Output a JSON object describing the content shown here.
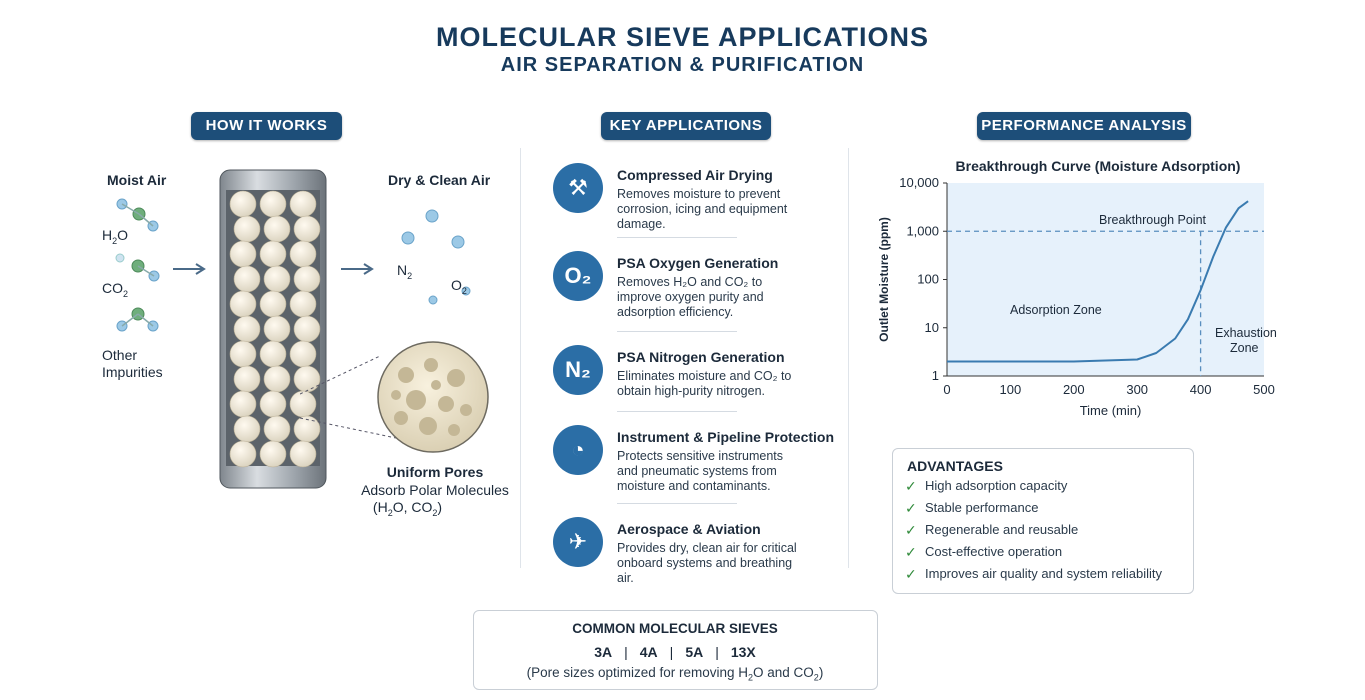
{
  "header": {
    "title": "MOLECULAR SIEVE APPLICATIONS",
    "subtitle": "AIR SEPARATION & PURIFICATION"
  },
  "how_it_works": {
    "heading": "HOW IT WORKS",
    "input_label": "Moist Air",
    "h2o": "H",
    "h2o_sub": "2",
    "h2o_tail": "O",
    "co2": "CO",
    "co2_sub": "2",
    "other": "Other",
    "impurities": "Impurities",
    "output_label": "Dry & Clean Air",
    "n2": "N",
    "n2_sub": "2",
    "o2": "O",
    "o2_sub": "2",
    "pores_line1": "Uniform Pores",
    "pores_line2": "Adsorb Polar Molecules",
    "pores_line3_pre": "(H",
    "pores_line3_sub1": "2",
    "pores_line3_mid": "O, CO",
    "pores_line3_sub2": "2",
    "pores_line3_post": ")"
  },
  "applications": {
    "heading": "KEY APPLICATIONS",
    "items": [
      {
        "icon": "factory-icon",
        "glyph": "⚒",
        "title": "Compressed Air Drying",
        "desc": "Removes moisture to prevent corrosion, icing and equipment damage."
      },
      {
        "icon": "oxygen-icon",
        "glyph": "O₂",
        "title": "PSA Oxygen Generation",
        "desc": "Removes H₂O and CO₂ to improve oxygen purity and adsorption efficiency."
      },
      {
        "icon": "nitrogen-icon",
        "glyph": "N₂",
        "title": "PSA Nitrogen Generation",
        "desc": "Eliminates moisture and CO₂ to obtain high-purity nitrogen."
      },
      {
        "icon": "gauge-icon",
        "glyph": "◔",
        "title": "Instrument & Pipeline Protection",
        "desc": "Protects sensitive instruments and pneumatic systems from moisture and contaminants."
      },
      {
        "icon": "airplane-icon",
        "glyph": "✈",
        "title": "Aerospace & Aviation",
        "desc": "Provides dry, clean air for critical onboard systems and breathing air."
      }
    ]
  },
  "performance": {
    "heading": "PERFORMANCE ANALYSIS"
  },
  "chart_data": {
    "type": "line",
    "title": "Breakthrough Curve (Moisture Adsorption)",
    "xlabel": "Time (min)",
    "ylabel": "Outlet Moisture (ppm)",
    "xlim": [
      0,
      500
    ],
    "ylim": [
      1,
      10000
    ],
    "yscale": "log",
    "x_ticks": [
      "0",
      "100",
      "200",
      "300",
      "400",
      "500"
    ],
    "y_ticks": [
      "1",
      "10",
      "100",
      "1,000",
      "10,000"
    ],
    "series": [
      {
        "name": "",
        "x": [
          0,
          100,
          200,
          300,
          330,
          360,
          380,
          400,
          420,
          440,
          460,
          475
        ],
        "y": [
          2,
          2,
          2,
          2.2,
          3,
          6,
          15,
          60,
          300,
          1200,
          3000,
          4200
        ]
      }
    ],
    "breakthrough_point_y": 1000,
    "breakthrough_point_x": 400,
    "annotations": {
      "breakthrough": "Breakthrough Point",
      "adsorption": "Adsorption Zone",
      "exhaustion1": "Exhaustion",
      "exhaustion2": "Zone"
    },
    "colors": {
      "line": "#3a7bb0",
      "area": "#e6f1fb",
      "dash": "#5a8fbf"
    }
  },
  "advantages": {
    "heading": "ADVANTAGES",
    "items": [
      "High adsorption capacity",
      "Stable performance",
      "Regenerable and reusable",
      "Cost-effective operation",
      "Improves air quality and system reliability"
    ]
  },
  "sieves": {
    "heading": "COMMON MOLECULAR SIEVES",
    "types": [
      "3A",
      "4A",
      "5A",
      "13X"
    ],
    "sep": "|",
    "note_pre": "(Pore sizes optimized for removing H",
    "note_sub1": "2",
    "note_mid": "O and CO",
    "note_sub2": "2",
    "note_post": ")"
  },
  "colors": {
    "navy": "#1d4e79",
    "accent": "#2b6ea6",
    "check": "#2f8a3a"
  }
}
